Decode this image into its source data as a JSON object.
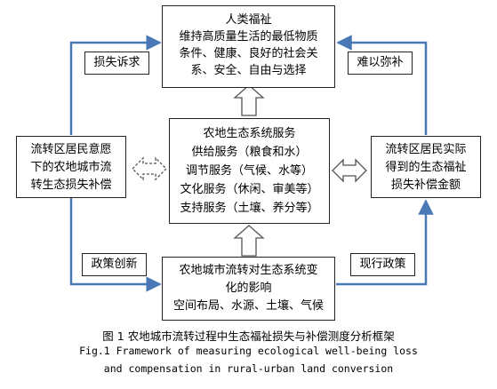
{
  "figure": {
    "boxes": {
      "top": {
        "lines": [
          "人类福祉",
          "维持高质量生活的最低物质",
          "条件、健康、良好的社会关",
          "系、安全、自由与选择"
        ]
      },
      "center": {
        "lines": [
          "农地生态系统服务",
          "供给服务（粮食和水）",
          "调节服务（气候、水等）",
          "文化服务（休闲、审美等）",
          "支持服务（土壤、养分等）"
        ]
      },
      "left": {
        "lines": [
          "流转区居民意愿",
          "下的农地城市流",
          "转生态损失补偿"
        ]
      },
      "right": {
        "lines": [
          "流转区居民实际",
          "得到的生态福祉",
          "损失补偿金额"
        ]
      },
      "bottom": {
        "lines": [
          "农地城市流转对生态系统变",
          "化的影响",
          "空间布局、水源、土壤、气候"
        ]
      }
    },
    "tags": {
      "top_left": "损失诉求",
      "top_right": "难以弥补",
      "bottom_left": "政策创新",
      "bottom_right": "现行政策"
    },
    "colors": {
      "arrow": "#4a78b5",
      "box_border": "#222222",
      "hollow_arrow": "#555555"
    },
    "caption": {
      "zh": "图 1  农地城市流转过程中生态福祉损失与补偿测度分析框架",
      "en_line1": "Fig.1 Framework of measuring ecological well-being loss",
      "en_line2": "and compensation in rural-urban land conversion"
    }
  }
}
